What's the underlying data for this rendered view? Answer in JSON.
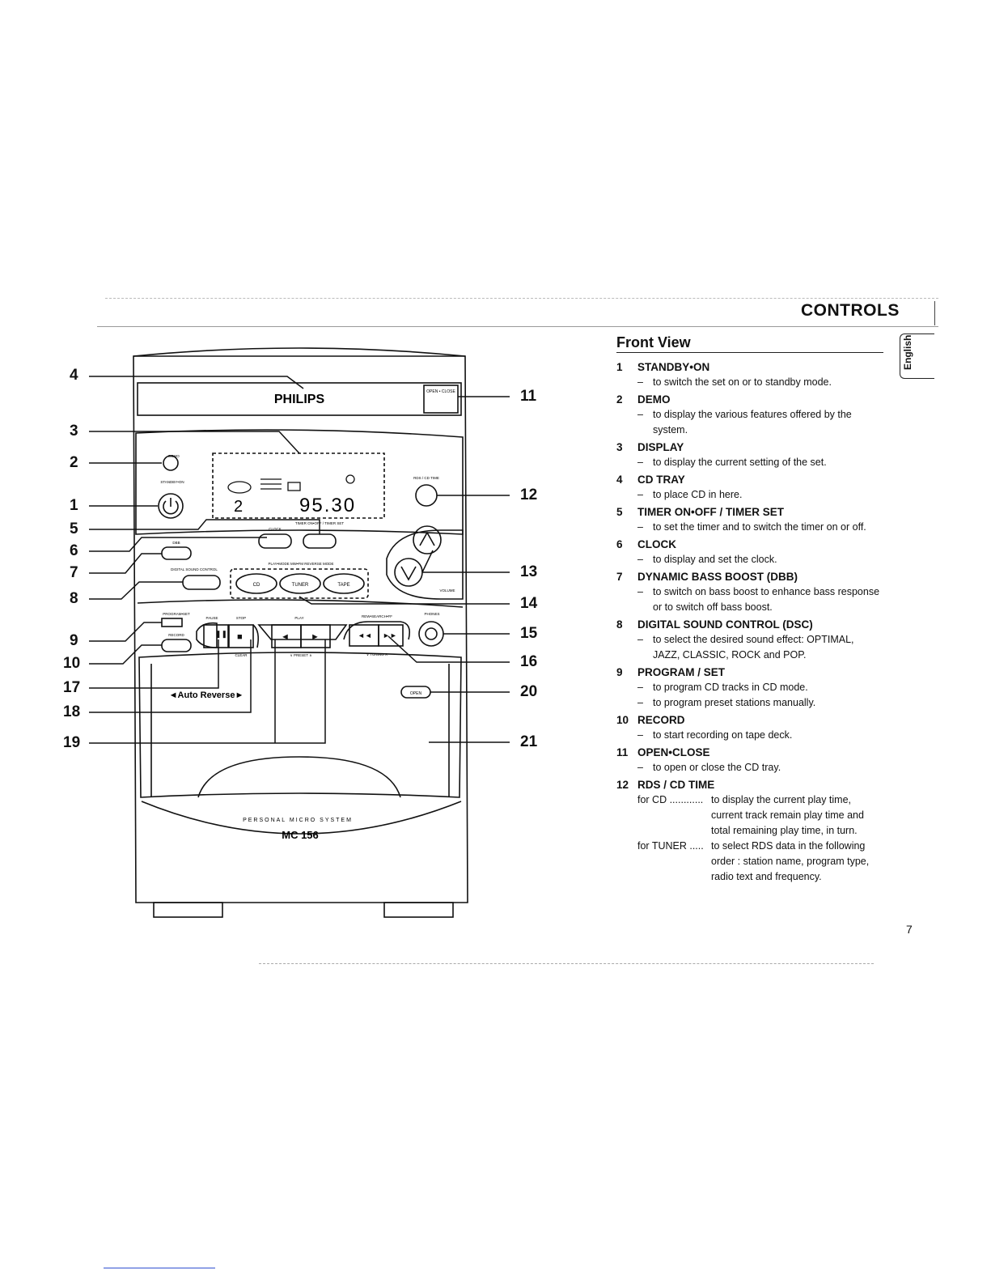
{
  "header": {
    "title": "CONTROLS"
  },
  "language_tab": "English",
  "section": {
    "title": "Front View"
  },
  "device": {
    "brand": "PHILIPS",
    "model_line": "PERSONAL MICRO SYSTEM",
    "model": "MC 156",
    "auto_reverse": "◄Auto Reverse►",
    "display_track": "2",
    "display_freq": "95.30",
    "buttons": {
      "cd": "CD",
      "tuner": "TUNER",
      "tape": "TAPE",
      "open_close": "OPEN\n•\nCLOSE",
      "open": "OPEN"
    },
    "small_labels": {
      "demo": "DEMO",
      "standby": "STANDBY•ON",
      "dbb": "DBB",
      "dsc": "DIGITAL SOUND CONTROL",
      "clock": "CLOCK",
      "timer": "TIMER ON•OFF / TIMER SET",
      "program": "PROGRAM•SET",
      "record": "RECORD",
      "pause": "PAUSE",
      "stop": "STOP",
      "clear": "CLEAR",
      "play": "PLAY",
      "preset": "∨  PRESET  ∧",
      "search": "REW•SEARCH•FF",
      "tuning": "∨  TUNING  ∧",
      "phones": "PHONES",
      "volume": "VOLUME",
      "rds": "RDS / CD TIME",
      "playmode": "PLAY•MODE   MW•FM   REVERSE MODE"
    }
  },
  "callouts_left": [
    "4",
    "3",
    "2",
    "1",
    "5",
    "6",
    "7",
    "8",
    "9",
    "10",
    "17",
    "18",
    "19"
  ],
  "callouts_right": [
    "11",
    "12",
    "13",
    "14",
    "15",
    "16",
    "20",
    "21"
  ],
  "controls": [
    {
      "num": "1",
      "name": "STANDBY•ON",
      "desc": [
        "to switch the set on or to standby mode."
      ]
    },
    {
      "num": "2",
      "name": "DEMO",
      "desc": [
        "to display the various features offered by the",
        "system."
      ]
    },
    {
      "num": "3",
      "name": "DISPLAY",
      "desc": [
        "to display the current setting of the set."
      ]
    },
    {
      "num": "4",
      "name": "CD TRAY",
      "desc": [
        "to place CD in here."
      ]
    },
    {
      "num": "5",
      "name": "TIMER ON•OFF / TIMER SET",
      "desc": [
        "to set the timer and to switch the timer on or off."
      ]
    },
    {
      "num": "6",
      "name": "CLOCK",
      "desc": [
        "to display and set the clock."
      ]
    },
    {
      "num": "7",
      "name": "DYNAMIC BASS BOOST (DBB)",
      "desc": [
        "to switch on bass boost to enhance bass response",
        "or to switch off bass boost."
      ]
    },
    {
      "num": "8",
      "name": "DIGITAL SOUND CONTROL (DSC)",
      "desc": [
        "to select the desired sound effect: OPTIMAL,",
        "JAZZ, CLASSIC, ROCK and POP."
      ]
    },
    {
      "num": "9",
      "name": "PROGRAM / SET",
      "desc": [
        "to program CD tracks in CD mode.",
        "to program preset stations manually."
      ],
      "multi": true
    },
    {
      "num": "10",
      "name": "RECORD",
      "desc": [
        "to start recording on tape deck."
      ]
    },
    {
      "num": "11",
      "name": "OPEN•CLOSE",
      "desc": [
        "to open or close the CD tray."
      ]
    }
  ],
  "rds": {
    "num": "12",
    "name": "RDS / CD TIME",
    "cd_label": "for CD ............",
    "cd_lines": [
      "to display the current play time,",
      "current track remain play time and",
      "total remaining play time, in turn."
    ],
    "tuner_label": "for TUNER .....",
    "tuner_lines": [
      "to select RDS data in the following",
      "order : station name, program type,",
      "radio text and frequency."
    ]
  },
  "page_number": "7"
}
